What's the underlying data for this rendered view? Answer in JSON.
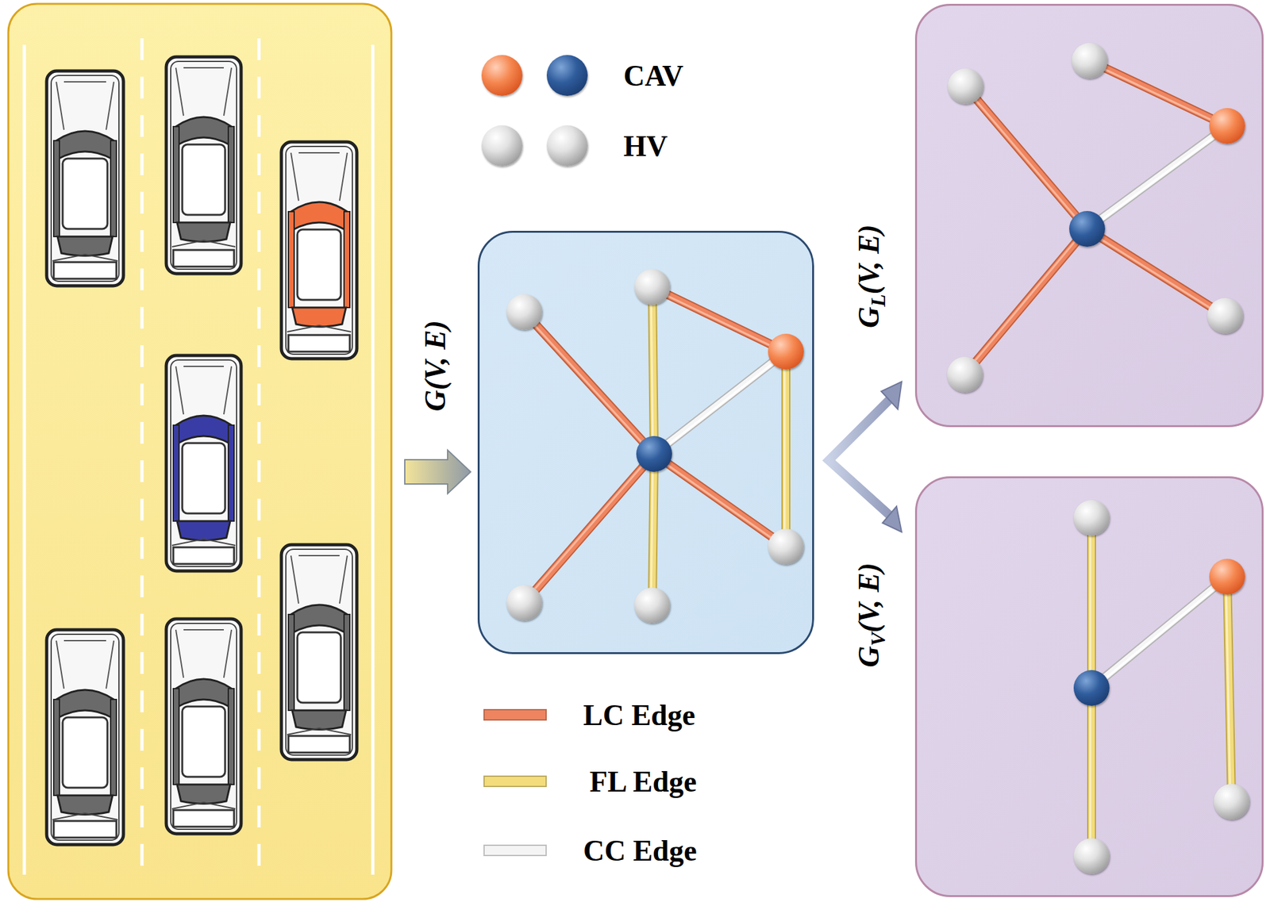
{
  "diagram": {
    "nodes": [
      {
        "text": []
      },
      {
        "text": [],
        "in": 0
      },
      {
        "text": [],
        "in": 0
      },
      {
        "text": [],
        "in": 0
      },
      {
        "text": [],
        "in": 0
      },
      {
        "text": [],
        "in": 0
      },
      {
        "text": [],
        "in": 0
      },
      {
        "text": [],
        "in": 0
      },
      {
        "text": []
      },
      {
        "text": [],
        "in": 8
      },
      {
        "text": [],
        "in": 8
      },
      {
        "text": [],
        "in": 8
      },
      {
        "text": [],
        "in": 8
      },
      {
        "text": [],
        "in": 8
      },
      {
        "text": [],
        "in": 8
      },
      {
        "text": []
      },
      {
        "text": [],
        "in": 15
      },
      {
        "text": [],
        "in": 15
      },
      {
        "text": [],
        "in": 15
      },
      {
        "text": [],
        "in": 15
      },
      {
        "text": [],
        "in": 15
      }
    ],
    "edges": [
      {
        "from": 1,
        "to": 4,
        "arrow": "none"
      },
      {
        "from": 2,
        "to": 3,
        "arrow": "none"
      },
      {
        "from": 2,
        "to": 4,
        "arrow": "none"
      },
      {
        "from": 4,
        "to": 3,
        "arrow": "none"
      },
      {
        "from": 3,
        "to": 5,
        "arrow": "none"
      },
      {
        "from": 4,
        "to": 5,
        "arrow": "none"
      },
      {
        "from": 4,
        "to": 6,
        "arrow": "none"
      },
      {
        "from": 4,
        "to": 7,
        "arrow": "none"
      },
      {
        "from": 9,
        "to": 12,
        "arrow": "none"
      },
      {
        "from": 10,
        "to": 11,
        "arrow": "none"
      },
      {
        "from": 12,
        "to": 11,
        "arrow": "none"
      },
      {
        "from": 12,
        "to": 13,
        "arrow": "none"
      },
      {
        "from": 12,
        "to": 14,
        "arrow": "none"
      },
      {
        "from": 16,
        "to": 18,
        "arrow": "none"
      },
      {
        "from": 18,
        "to": 17,
        "arrow": "none"
      },
      {
        "from": 17,
        "to": 19,
        "arrow": "none"
      },
      {
        "from": 18,
        "to": 20,
        "arrow": "none"
      }
    ],
    "labels": [
      "G(V, E)",
      "G",
      "L",
      "(V, E)",
      "G",
      "V",
      "(V, E)"
    ],
    "legend": [
      {
        "text": "CAV"
      },
      {
        "text": "HV"
      },
      {
        "text": "LC Edge",
        "color": "#ee8560"
      },
      {
        "text": "FL Edge",
        "color": "#f2dc7c"
      },
      {
        "text": "CC Edge",
        "color": "#f4f4f4"
      }
    ]
  }
}
